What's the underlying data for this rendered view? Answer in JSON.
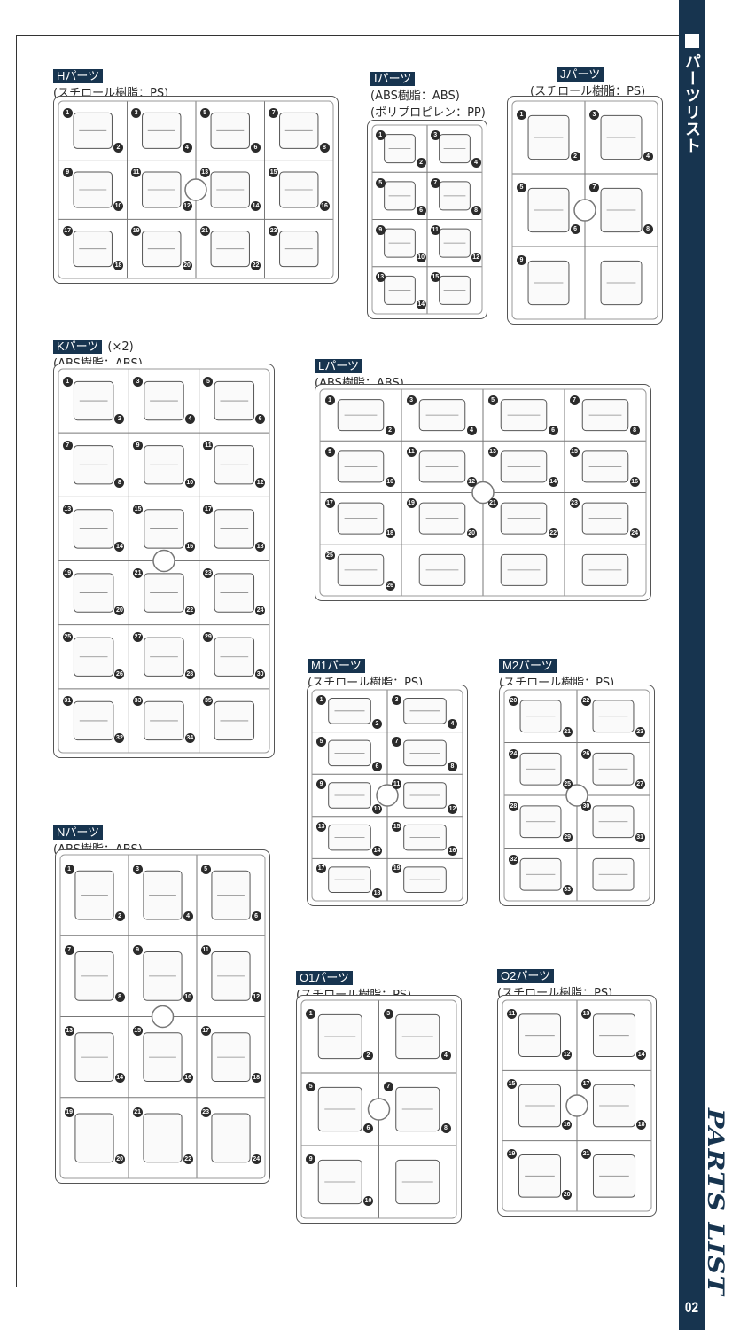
{
  "sidebar": {
    "title_jp": "パーツリスト",
    "title_en": "PARTS LIST",
    "page_number": "02",
    "accent_color": "#17344f"
  },
  "sections": [
    {
      "id": "H",
      "label": "Hパーツ",
      "multiplier": "",
      "materials": [
        "(スチロール樹脂：PS)"
      ],
      "part_numbers": [
        "1",
        "2",
        "3",
        "4",
        "5",
        "6",
        "7",
        "8",
        "9",
        "10",
        "11",
        "12",
        "13",
        "14",
        "15",
        "16",
        "17",
        "18",
        "19",
        "20",
        "21",
        "22",
        "23"
      ]
    },
    {
      "id": "I",
      "label": "Iパーツ",
      "multiplier": "",
      "materials": [
        "(ABS樹脂：ABS)",
        "(ポリプロピレン：PP)"
      ],
      "part_numbers": [
        "1",
        "2",
        "3",
        "4",
        "5",
        "6",
        "7",
        "8",
        "9",
        "10",
        "11",
        "12",
        "13",
        "14",
        "15"
      ]
    },
    {
      "id": "J",
      "label": "Jパーツ",
      "multiplier": "",
      "materials": [
        "(スチロール樹脂：PS)"
      ],
      "part_numbers": [
        "1",
        "2",
        "3",
        "4",
        "5",
        "6",
        "7",
        "8",
        "9"
      ]
    },
    {
      "id": "K",
      "label": "Kパーツ",
      "multiplier": "(×2)",
      "materials": [
        "(ABS樹脂：ABS)"
      ],
      "part_numbers": [
        "1",
        "2",
        "3",
        "4",
        "5",
        "6",
        "7",
        "8",
        "9",
        "10",
        "11",
        "12",
        "13",
        "14",
        "15",
        "16",
        "17",
        "18",
        "19",
        "20",
        "21",
        "22",
        "23",
        "24",
        "25",
        "26",
        "27",
        "28",
        "29",
        "30",
        "31",
        "32",
        "33",
        "34",
        "35"
      ]
    },
    {
      "id": "L",
      "label": "Lパーツ",
      "multiplier": "",
      "materials": [
        "(ABS樹脂：ABS)"
      ],
      "part_numbers": [
        "1",
        "2",
        "3",
        "4",
        "5",
        "6",
        "7",
        "8",
        "9",
        "10",
        "11",
        "12",
        "13",
        "14",
        "15",
        "16",
        "17",
        "18",
        "19",
        "20",
        "21",
        "22",
        "23",
        "24",
        "25",
        "26"
      ]
    },
    {
      "id": "M1",
      "label": "M1パーツ",
      "multiplier": "",
      "materials": [
        "(スチロール樹脂：PS)"
      ],
      "part_numbers": [
        "1",
        "2",
        "3",
        "4",
        "5",
        "6",
        "7",
        "8",
        "9",
        "10",
        "11",
        "12",
        "13",
        "14",
        "15",
        "16",
        "17",
        "18",
        "19"
      ]
    },
    {
      "id": "M2",
      "label": "M2パーツ",
      "multiplier": "",
      "materials": [
        "(スチロール樹脂：PS)"
      ],
      "part_numbers": [
        "20",
        "21",
        "22",
        "23",
        "24",
        "25",
        "26",
        "27",
        "28",
        "29",
        "30",
        "31",
        "32",
        "33"
      ]
    },
    {
      "id": "N",
      "label": "Nパーツ",
      "multiplier": "",
      "materials": [
        "(ABS樹脂：ABS)"
      ],
      "part_numbers": [
        "1",
        "2",
        "3",
        "4",
        "5",
        "6",
        "7",
        "8",
        "9",
        "10",
        "11",
        "12",
        "13",
        "14",
        "15",
        "16",
        "17",
        "18",
        "19",
        "20",
        "21",
        "22",
        "23",
        "24"
      ]
    },
    {
      "id": "O1",
      "label": "O1パーツ",
      "multiplier": "",
      "materials": [
        "(スチロール樹脂：PS)"
      ],
      "part_numbers": [
        "1",
        "2",
        "3",
        "4",
        "5",
        "6",
        "7",
        "8",
        "9",
        "10"
      ]
    },
    {
      "id": "O2",
      "label": "O2パーツ",
      "multiplier": "",
      "materials": [
        "(スチロール樹脂：PS)"
      ],
      "part_numbers": [
        "11",
        "12",
        "13",
        "14",
        "15",
        "16",
        "17",
        "18",
        "19",
        "20",
        "21"
      ]
    }
  ]
}
